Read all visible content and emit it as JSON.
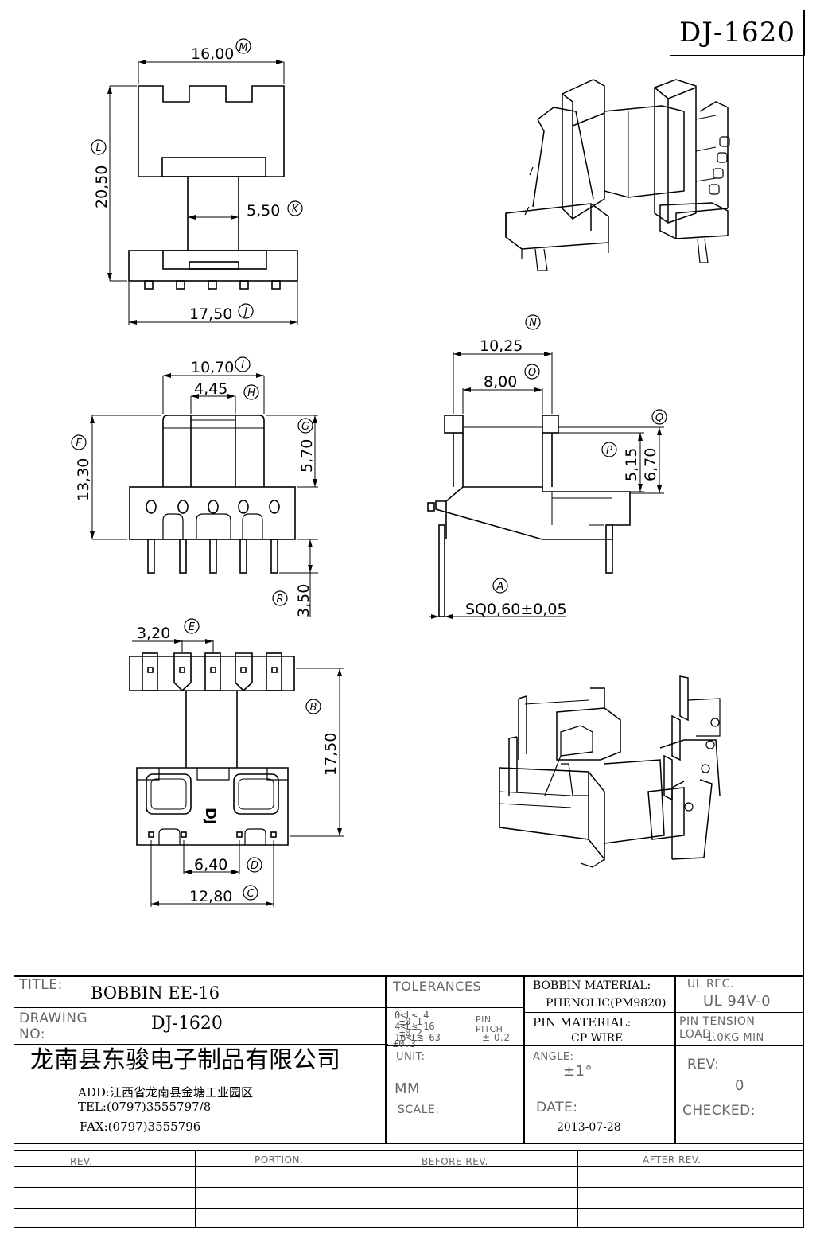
{
  "drawing_code": "DJ-1620",
  "views": {
    "top": {
      "dims": {
        "width_top": "16,00",
        "height": "20,50",
        "core": "5,50",
        "width_base": "17,50"
      },
      "markers": [
        "M",
        "L",
        "K",
        "J"
      ]
    },
    "front": {
      "dims": {
        "width": "10,70",
        "inner": "4,45",
        "height": "13,30",
        "upper": "5,70",
        "pin": "3,50"
      },
      "markers": [
        "I",
        "H",
        "F",
        "G",
        "R"
      ]
    },
    "side": {
      "dims": {
        "outer": "10,25",
        "inner": "8,00",
        "h1": "5,15",
        "h2": "6,70",
        "pin_spec": "SQ0,60±0,05"
      },
      "markers": [
        "N",
        "O",
        "Q",
        "P",
        "A"
      ]
    },
    "bottom": {
      "dims": {
        "pitch": "3,20",
        "length": "17,50",
        "span_inner": "6,40",
        "span_outer": "12,80"
      },
      "markers": [
        "E",
        "B",
        "D",
        "C"
      ],
      "logo": "DJ"
    }
  },
  "title_block": {
    "title_label": "TITLE:",
    "title_value": "BOBBIN EE-16",
    "drawing_no_label": "DRAWING NO:",
    "drawing_no_value": "DJ-1620",
    "company": "龙南县东骏电子制品有限公司",
    "address": "ADD:江西省龙南县金塘工业园区",
    "tel": "TEL:(0797)3555797/8",
    "fax": "FAX:(0797)3555796",
    "tolerances_label": "TOLERANCES",
    "tol_rows": [
      {
        "range": "0<L≤ 4",
        "value": "±0.1"
      },
      {
        "range": "4<L≤ 16",
        "value": "±0.2"
      },
      {
        "range": "16<L≤ 63",
        "value": "±0.3"
      }
    ],
    "pin_pitch_label": "PIN PITCH",
    "pin_pitch_value": "± 0.2",
    "unit_label": "UNIT:",
    "unit_value": "MM",
    "scale_label": "SCALE:",
    "bobbin_material_label": "BOBBIN MATERIAL:",
    "bobbin_material_value": "PHENOLIC(PM9820)",
    "pin_material_label": "PIN MATERIAL:",
    "pin_material_value": "CP WIRE",
    "angle_label": "ANGLE:",
    "angle_value": "±1°",
    "date_label": "DATE:",
    "date_value": "2013-07-28",
    "ul_label": "UL REC.",
    "ul_value": "UL 94V-0",
    "pin_tension_label": "PIN TENSION LOAD:",
    "pin_tension_value": "1.0KG MIN",
    "rev_label": "REV:",
    "rev_value": "0",
    "checked_label": "CHECKED:"
  },
  "revision_table": {
    "headers": [
      "REV.",
      "PORTION.",
      "BEFORE REV.",
      "AFTER REV."
    ]
  }
}
